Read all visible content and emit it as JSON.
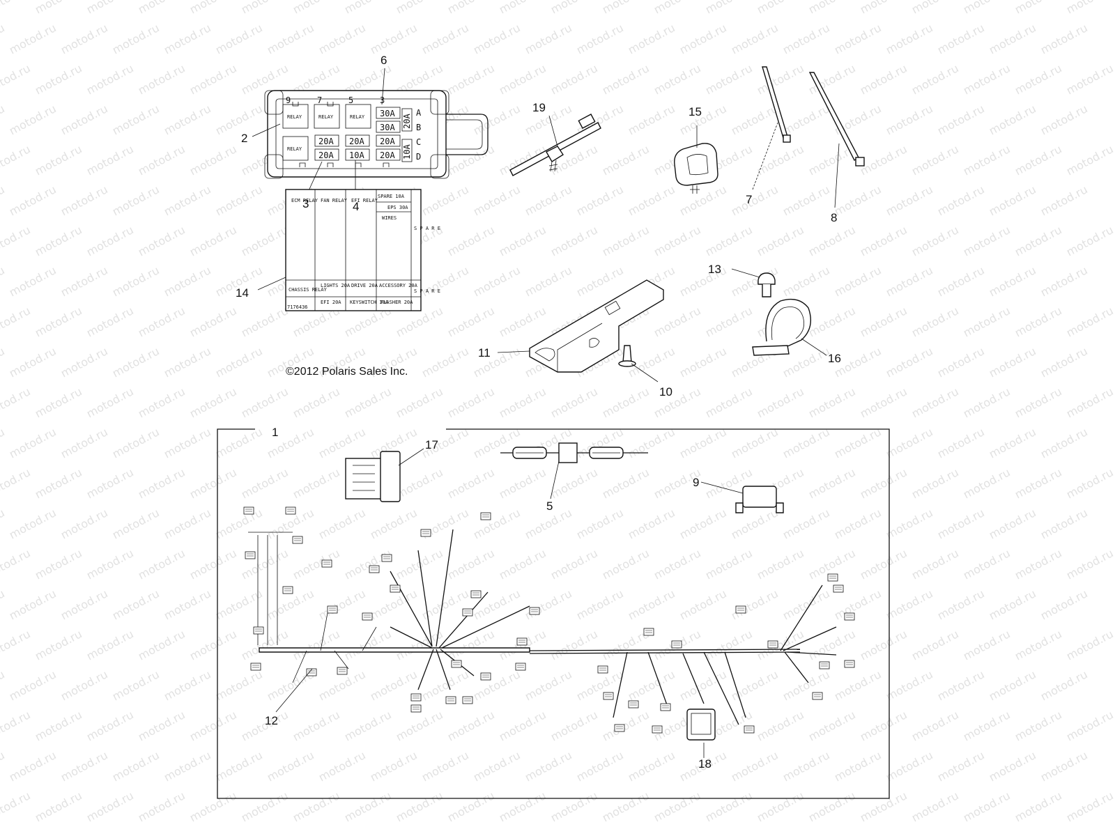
{
  "copyright": "©2012 Polaris Sales Inc.",
  "watermark": "motod.ru",
  "callouts": [
    "1",
    "2",
    "3",
    "4",
    "5",
    "6",
    "7",
    "8",
    "9",
    "10",
    "11",
    "12",
    "13",
    "14",
    "15",
    "16",
    "17",
    "18",
    "19"
  ],
  "fuse_box": {
    "top_numbers": [
      "9",
      "7",
      "5",
      "3"
    ],
    "side_letters": [
      "A",
      "B",
      "C",
      "D"
    ],
    "relays": [
      "RELAY",
      "RELAY",
      "RELAY",
      "RELAY"
    ],
    "fuses_right": [
      "30A",
      "30A",
      "20A"
    ],
    "fuses_row_mid": [
      "20A",
      "20A",
      "20A"
    ],
    "fuses_row_bottom": [
      "20A",
      "10A",
      "20A"
    ],
    "vertical_fuses": [
      "20A",
      "10A"
    ]
  },
  "label_chart": {
    "row1": [
      "ECM\nRELAY",
      "FAN\nRELAY",
      "EFI\nRELAY"
    ],
    "spare": "SPARE 10A",
    "eps": "EPS\n30A",
    "wires": "WIRES",
    "row2": [
      "CHASSIS\nRELAY",
      "LIGHTS\n20A",
      "DRIVE\n20A",
      "ACCESSORY\n20A"
    ],
    "row3": [
      "EFI\n20A",
      "KEYSWITCH\n10A",
      "FLASHER\n20A"
    ],
    "side_a": "S P A R E",
    "side_b": "S P A R E",
    "part_no": "7176436"
  },
  "colors": {
    "line": "#111111",
    "watermark": "#c9c9c9",
    "background": "#ffffff"
  }
}
